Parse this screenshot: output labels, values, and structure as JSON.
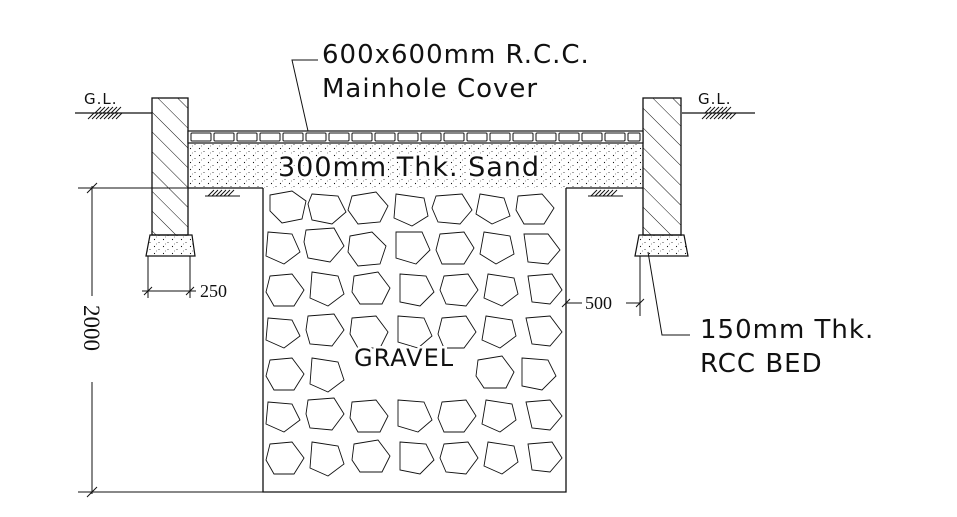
{
  "labels": {
    "cover_line1": "600x600mm R.C.C.",
    "cover_line2": "Mainhole Cover",
    "sand": "300mm Thk. Sand",
    "gravel": "GRAVEL",
    "gl_left": "G.L.",
    "gl_right": "G.L.",
    "bed_line1": "150mm Thk.",
    "bed_line2": "RCC BED"
  },
  "dimensions": {
    "depth": "2000",
    "wall_width": "250",
    "offset": "500"
  },
  "colors": {
    "line": "#111111",
    "background": "#ffffff"
  }
}
